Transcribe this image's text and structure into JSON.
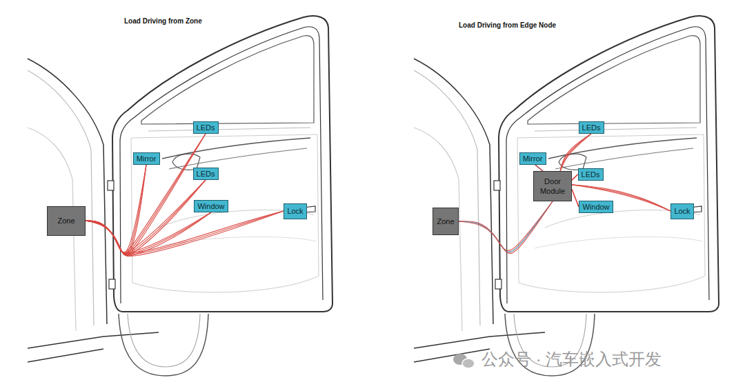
{
  "diagram": {
    "nodes": [
      {
        "text": [
          "Zone"
        ]
      },
      {
        "text": [
          "Mirror"
        ]
      },
      {
        "text": [
          "LEDs"
        ]
      },
      {
        "text": [
          "LEDs"
        ]
      },
      {
        "text": [
          "Window"
        ]
      },
      {
        "text": [
          "Lock"
        ]
      },
      {
        "text": [
          "Zone"
        ]
      },
      {
        "text": [
          "Door Module"
        ]
      },
      {
        "text": [
          "Mirror"
        ]
      },
      {
        "text": [
          "LEDs"
        ]
      },
      {
        "text": [
          "LEDs"
        ]
      },
      {
        "text": [
          "Window"
        ]
      },
      {
        "text": [
          "Lock"
        ]
      }
    ],
    "edges": [
      {
        "from": 0,
        "to": 1,
        "arrow": "none"
      },
      {
        "from": 0,
        "to": 2,
        "arrow": "none"
      },
      {
        "from": 0,
        "to": 3,
        "arrow": "none"
      },
      {
        "from": 0,
        "to": 4,
        "arrow": "none"
      },
      {
        "from": 0,
        "to": 5,
        "arrow": "none"
      },
      {
        "from": 6,
        "to": 7,
        "arrow": "none"
      },
      {
        "from": 7,
        "to": 8,
        "arrow": "none"
      },
      {
        "from": 7,
        "to": 9,
        "arrow": "none"
      },
      {
        "from": 7,
        "to": 10,
        "arrow": "none"
      },
      {
        "from": 7,
        "to": 11,
        "arrow": "none"
      },
      {
        "from": 7,
        "to": 12,
        "arrow": "none"
      }
    ],
    "labels": [
      "Load Driving from Zone",
      "Load Driving from Edge Node",
      "公众号 · 汽车嵌入式开发"
    ]
  }
}
